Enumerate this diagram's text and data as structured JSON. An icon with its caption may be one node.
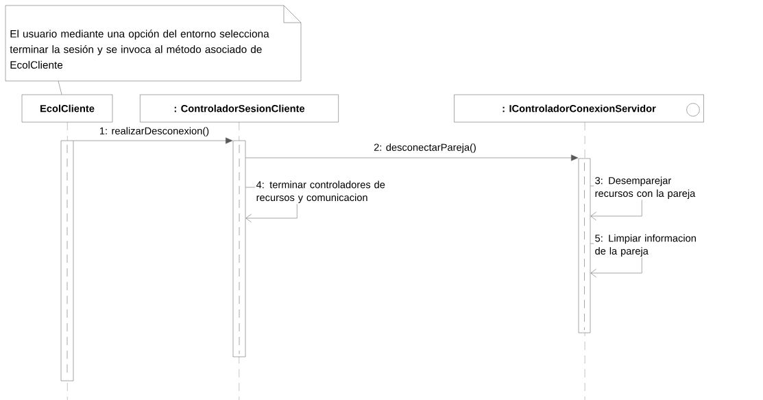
{
  "diagram": {
    "nodes": [
      {
        "text": [
          "El usuario mediante una opción del entorno selecciona terminar la sesión y se invoca al método asociado de EcolCliente"
        ]
      },
      {
        "text": [
          "EcolCliente"
        ]
      },
      {
        "text": [
          ": ControladorSesionCliente"
        ]
      },
      {
        "text": [
          ": IControladorConexionServidor"
        ]
      },
      {
        "text": [],
        "shape": "bar"
      },
      {
        "text": [],
        "shape": "bar"
      },
      {
        "text": [],
        "shape": "bar"
      }
    ],
    "edges": [
      {
        "from": 0,
        "to": 1,
        "arrow": "none"
      },
      {
        "from": 4,
        "to": 5,
        "arrow": "to",
        "label": "1: realizarDesconexion()"
      },
      {
        "from": 5,
        "to": 6,
        "arrow": "to",
        "label": "2: desconectarPareja()"
      },
      {
        "from": 6,
        "to": 6,
        "arrow": "to",
        "label": "3: Desemparejar recursos con la pareja"
      },
      {
        "from": 5,
        "to": 5,
        "arrow": "to",
        "label": "4: terminar controladores de recursos y comunicacion"
      },
      {
        "from": 6,
        "to": 6,
        "arrow": "to",
        "label": "5: Limpiar informacion de la pareja"
      }
    ]
  }
}
